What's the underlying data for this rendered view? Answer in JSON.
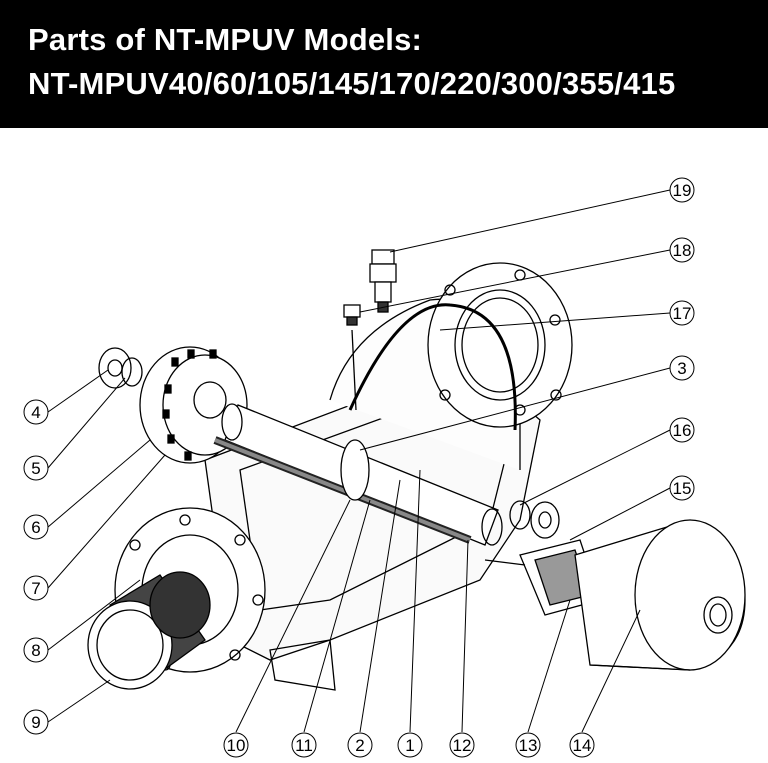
{
  "header": {
    "line1": "Parts of  NT-MPUV Models:",
    "line2": "NT-MPUV40/60/105/145/170/220/300/355/415"
  },
  "callouts": [
    {
      "id": "c19",
      "label": "19"
    },
    {
      "id": "c18",
      "label": "18"
    },
    {
      "id": "c17",
      "label": "17"
    },
    {
      "id": "c3",
      "label": "3"
    },
    {
      "id": "c16",
      "label": "16"
    },
    {
      "id": "c15",
      "label": "15"
    },
    {
      "id": "c4",
      "label": "4"
    },
    {
      "id": "c5",
      "label": "5"
    },
    {
      "id": "c6",
      "label": "6"
    },
    {
      "id": "c7",
      "label": "7"
    },
    {
      "id": "c8",
      "label": "8"
    },
    {
      "id": "c9",
      "label": "9"
    },
    {
      "id": "c10",
      "label": "10"
    },
    {
      "id": "c11",
      "label": "11"
    },
    {
      "id": "c2",
      "label": "2"
    },
    {
      "id": "c1",
      "label": "1"
    },
    {
      "id": "c12",
      "label": "12"
    },
    {
      "id": "c13",
      "label": "13"
    },
    {
      "id": "c14",
      "label": "14"
    }
  ],
  "colors": {
    "header_bg": "#000000",
    "header_text": "#ffffff",
    "line": "#000000"
  }
}
